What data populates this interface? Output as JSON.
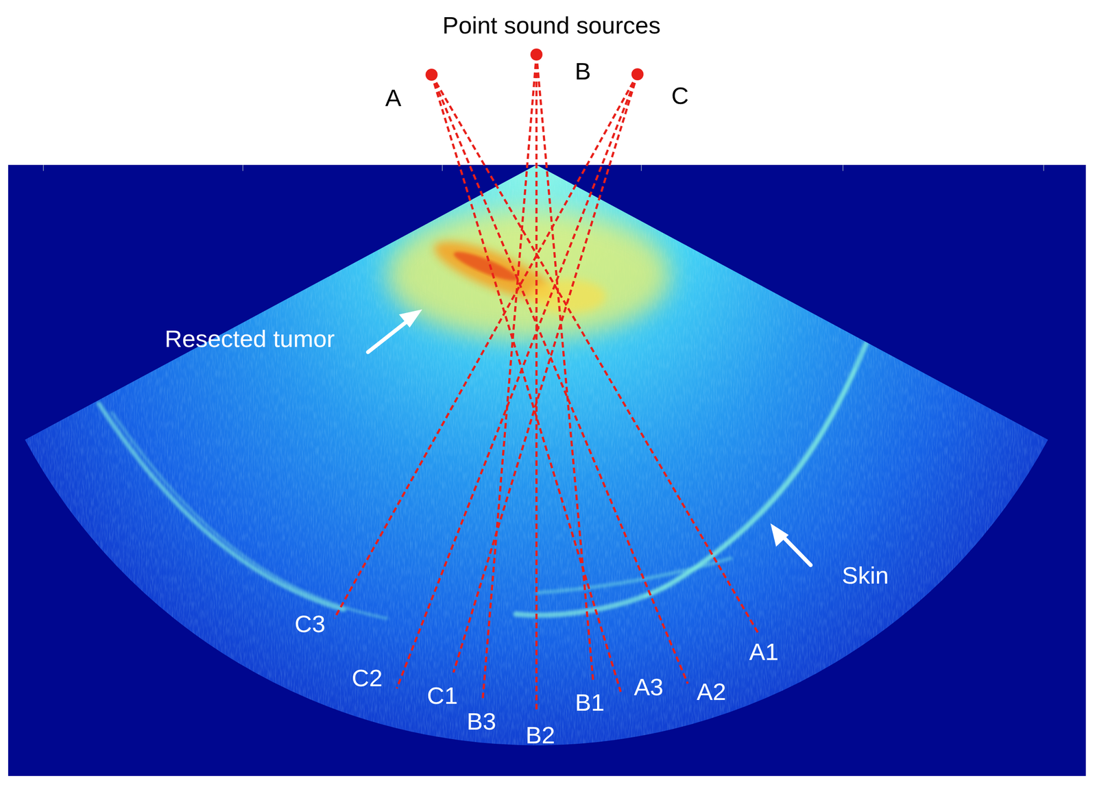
{
  "diagram": {
    "labels": [
      "Point sound sources",
      "A",
      "B",
      "C",
      "Resected tumor",
      "Skin",
      "C3",
      "C2",
      "C1",
      "B3",
      "B2",
      "B1",
      "A3",
      "A2",
      "A1"
    ]
  }
}
